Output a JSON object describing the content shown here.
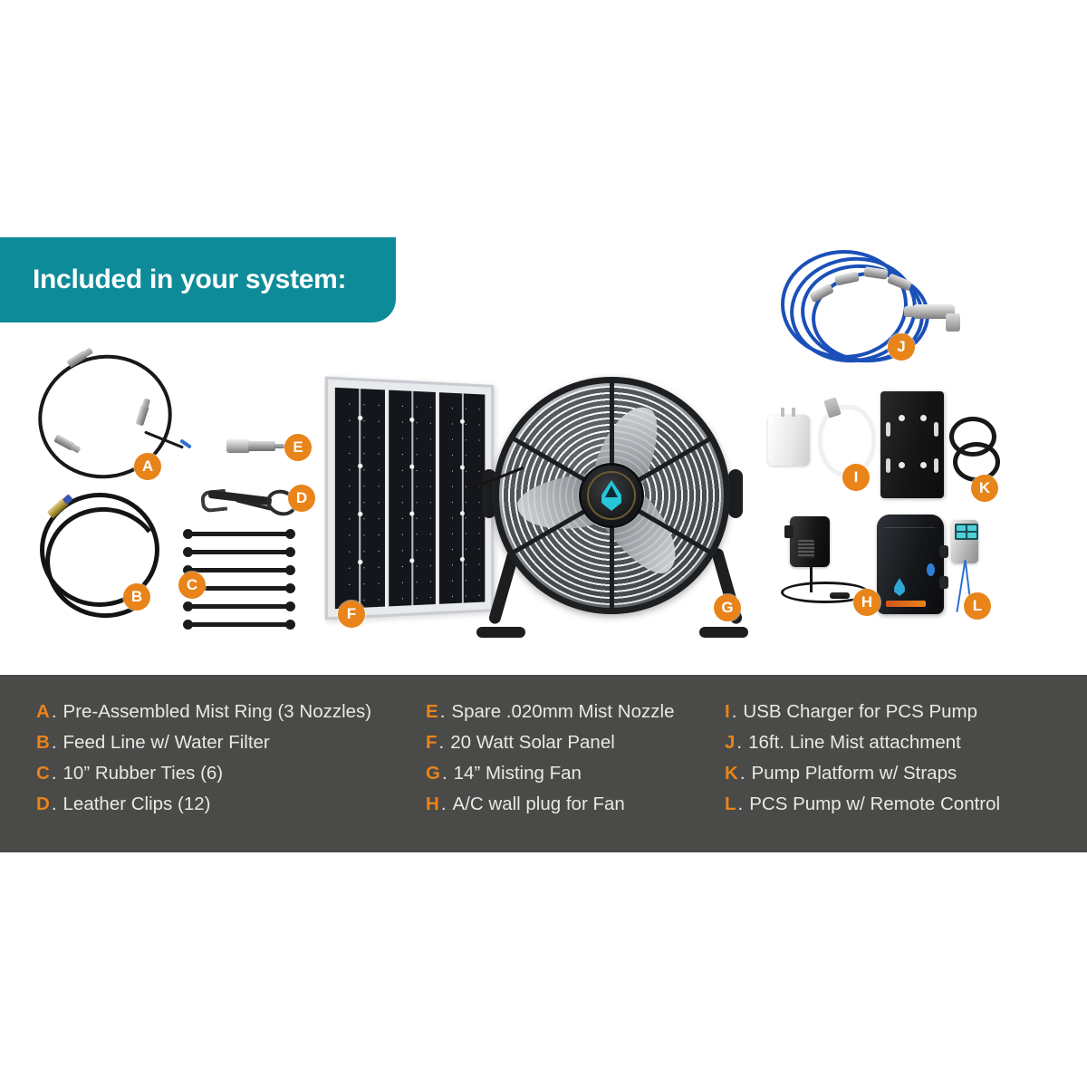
{
  "header": {
    "title": "Included in your system:"
  },
  "colors": {
    "header_teal": "#0e8b99",
    "badge_orange": "#e8841a",
    "legend_bar": "#4a4a48",
    "legend_text": "#e8e8e6",
    "fan_logo_teal": "#27c6d9",
    "mist_line_blue": "#1a50b8",
    "background": "#ffffff"
  },
  "products": [
    {
      "badge": "A",
      "name": "pre-assembled-mist-ring"
    },
    {
      "badge": "B",
      "name": "feed-line-water-filter"
    },
    {
      "badge": "C",
      "name": "rubber-ties"
    },
    {
      "badge": "D",
      "name": "leather-clips"
    },
    {
      "badge": "E",
      "name": "spare-mist-nozzle"
    },
    {
      "badge": "F",
      "name": "solar-panel"
    },
    {
      "badge": "G",
      "name": "misting-fan"
    },
    {
      "badge": "H",
      "name": "ac-wall-plug"
    },
    {
      "badge": "I",
      "name": "usb-charger"
    },
    {
      "badge": "J",
      "name": "line-mist-attachment"
    },
    {
      "badge": "K",
      "name": "pump-platform-straps"
    },
    {
      "badge": "L",
      "name": "pcs-pump-remote"
    }
  ],
  "legend": {
    "column1": [
      {
        "letter": "A",
        "text": "Pre-Assembled Mist Ring (3 Nozzles)"
      },
      {
        "letter": "B",
        "text": "Feed Line w/ Water Filter"
      },
      {
        "letter": "C",
        "text": "10” Rubber Ties (6)"
      },
      {
        "letter": "D",
        "text": "Leather Clips (12)"
      }
    ],
    "column2": [
      {
        "letter": "E",
        "text": "Spare .020mm Mist Nozzle"
      },
      {
        "letter": "F",
        "text": "20 Watt Solar Panel"
      },
      {
        "letter": "G",
        "text": "14” Misting Fan"
      },
      {
        "letter": "H",
        "text": "A/C wall plug for Fan"
      }
    ],
    "column3": [
      {
        "letter": "I",
        "text": "USB Charger for PCS Pump"
      },
      {
        "letter": "J",
        "text": "16ft. Line Mist attachment"
      },
      {
        "letter": "K",
        "text": "Pump Platform w/ Straps"
      },
      {
        "letter": "L",
        "text": "PCS Pump w/ Remote Control"
      }
    ],
    "separator": "."
  }
}
